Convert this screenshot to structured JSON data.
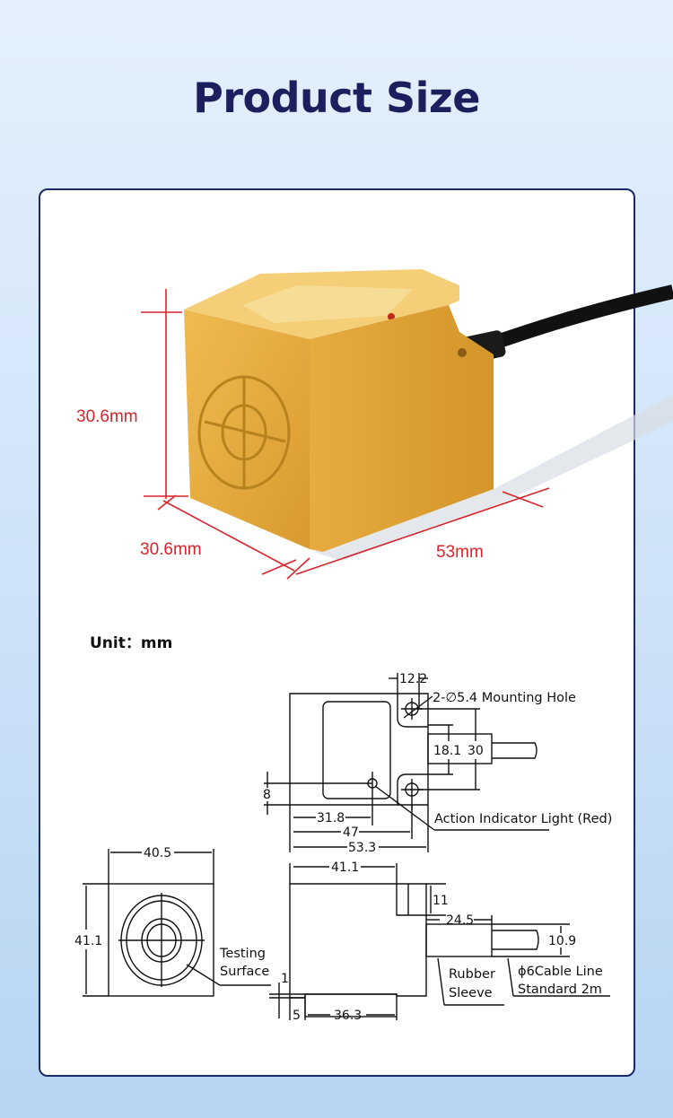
{
  "title": "Product Size",
  "photo_dims": {
    "height": "30.6mm",
    "width": "30.6mm",
    "length": "53mm"
  },
  "unit_label": "Unit：mm",
  "top_view": {
    "d_12_2": "12.2",
    "mounting_hole": "2-∅5.4 Mounting Hole",
    "d_18_1": "18.1",
    "d_30": "30",
    "d_8": "8",
    "d_31_8": "31.8",
    "d_47": "47",
    "d_53_3": "53.3",
    "indicator": "Action Indicator Light (Red)"
  },
  "front_view": {
    "d_40_5": "40.5",
    "d_41_1": "41.1",
    "testing_1": "Testing",
    "testing_2": "Surface"
  },
  "side_view": {
    "d_41_1": "41.1",
    "d_11": "11",
    "d_24_5": "24.5",
    "d_10_9": "10.9",
    "d_1": "1",
    "d_5": "5",
    "d_36_3": "36.3",
    "rubber_1": "Rubber",
    "rubber_2": "Sleeve",
    "cable_1": "ϕ6Cable Line",
    "cable_2": "Standard 2m"
  },
  "colors": {
    "title": "#1b1f5e",
    "dimension_red": "#d8242a",
    "body_gold": "#e3a53a"
  }
}
